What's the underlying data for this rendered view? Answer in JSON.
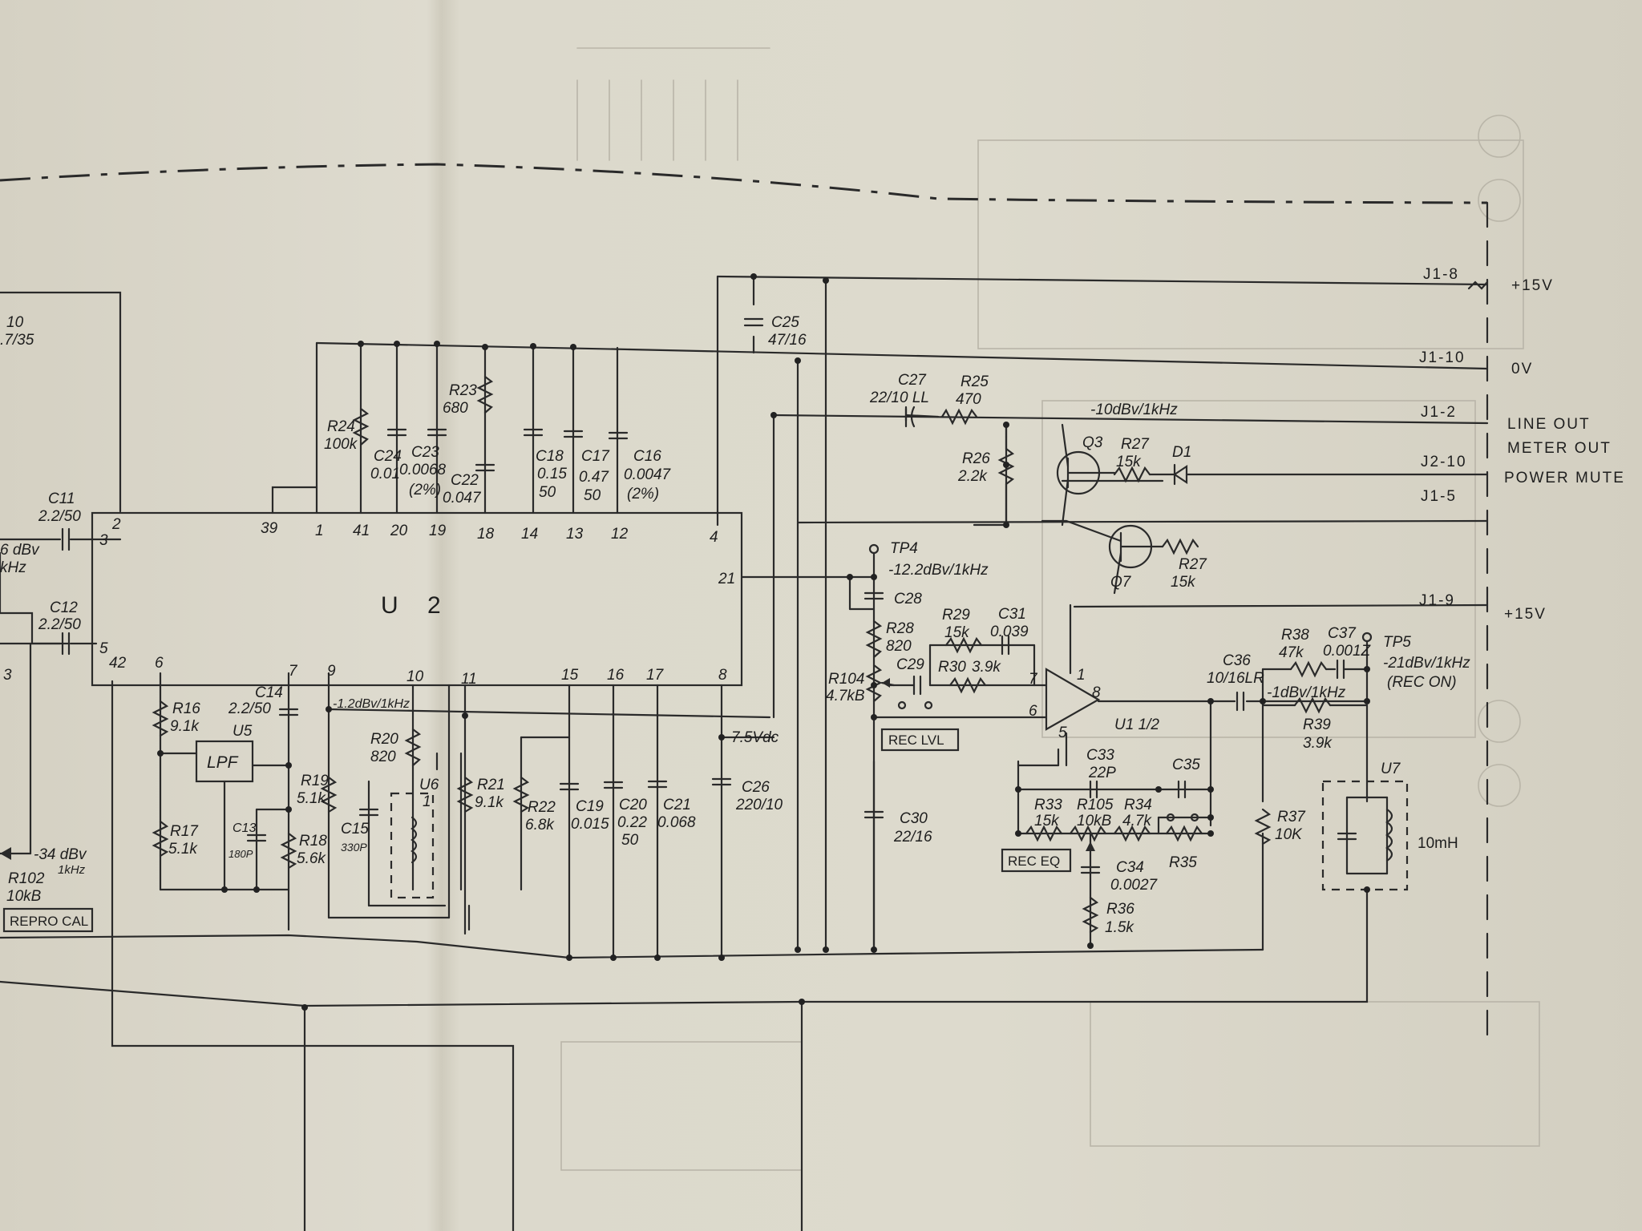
{
  "ic": {
    "u2": "U 2",
    "u1": "U1 1/2",
    "u5": "U5",
    "lpf": "LPF",
    "u6": "U6",
    "u7": "U7"
  },
  "u2_pins": {
    "p2": "2",
    "p3": "3",
    "p5": "5",
    "p39": "39",
    "p1": "1",
    "p41": "41",
    "p20": "20",
    "p19": "19",
    "p18": "18",
    "p14": "14",
    "p13": "13",
    "p12": "12",
    "p4": "4",
    "p21": "21",
    "p42": "42",
    "p6": "6",
    "p7": "7",
    "p9": "9",
    "p10": "10",
    "p11": "11",
    "p15": "15",
    "p16": "16",
    "p17": "17",
    "p8": "8"
  },
  "u1_pins": {
    "p1": "1",
    "p7": "7",
    "p6": "6",
    "p5": "5",
    "p8": "8"
  },
  "components": {
    "c11": [
      "C11",
      "2.2/50"
    ],
    "c12": [
      "C12",
      "2.2/50"
    ],
    "left_top": [
      "10",
      ".7/35"
    ],
    "left_dbv": [
      "6 dBv",
      "kHz"
    ],
    "left_3": "3",
    "r24": [
      "R24",
      "100k"
    ],
    "c24": [
      "C24",
      "0.01"
    ],
    "c23": [
      "C23",
      "0.0068",
      "(2%)"
    ],
    "r23": [
      "R23",
      "680"
    ],
    "c22": [
      "C22",
      "0.047"
    ],
    "c18": [
      "C18",
      "0.15",
      "50"
    ],
    "c17": [
      "C17",
      "0.47",
      "50"
    ],
    "c16": [
      "C16",
      "0.0047",
      "(2%)"
    ],
    "c25": [
      "C25",
      "47/16"
    ],
    "c27": [
      "C27",
      "22/10 LL"
    ],
    "r25": [
      "R25",
      "470"
    ],
    "r26": [
      "R26",
      "2.2k"
    ],
    "q3": "Q3",
    "r27a": [
      "R27",
      "15k"
    ],
    "d1": "D1",
    "q7": "Q7",
    "r27b": [
      "R27",
      "15k"
    ],
    "tp4": [
      "TP4",
      "-12.2dBv/1kHz"
    ],
    "c28": "C28",
    "r28": [
      "R28",
      "820"
    ],
    "r29": [
      "R29",
      "15k"
    ],
    "c31": [
      "C31",
      "0.039"
    ],
    "c29": "C29",
    "r30": [
      "R30",
      "3.9k"
    ],
    "r104": [
      "R104",
      "4.7kB"
    ],
    "c36": [
      "C36",
      "10/16LR"
    ],
    "r38": [
      "R38",
      "47k"
    ],
    "c37": [
      "C37",
      "0.001Z"
    ],
    "tp5": [
      "TP5",
      "-21dBv/1kHz",
      "(REC ON)"
    ],
    "node_dbv": "-1dBv/1kHz",
    "r39": [
      "R39",
      "3.9k"
    ],
    "r16": [
      "R16",
      "9.1k"
    ],
    "c14": [
      "C14",
      "2.2/50"
    ],
    "r17": [
      "R17",
      "5.1k"
    ],
    "c13": [
      "C13",
      "180P"
    ],
    "r18": [
      "R18",
      "5.6k"
    ],
    "r19": [
      "R19",
      "5.1k"
    ],
    "node_u2": "-1.2dBv/1kHz",
    "r20": [
      "R20",
      "820"
    ],
    "c15": [
      "C15",
      "330P"
    ],
    "r21": [
      "R21",
      "9.1k"
    ],
    "r22": [
      "R22",
      "6.8k"
    ],
    "c19": [
      "C19",
      "0.015"
    ],
    "c20": [
      "C20",
      "0.22",
      "50"
    ],
    "c21": [
      "C21",
      "0.068"
    ],
    "c26": [
      "C26",
      "220/10"
    ],
    "v75": "7.5Vdc",
    "c30": [
      "C30",
      "22/16"
    ],
    "c33": [
      "C33",
      "22P"
    ],
    "c35": "C35",
    "r33": [
      "R33",
      "15k"
    ],
    "r105": [
      "R105",
      "10kB"
    ],
    "r34": [
      "R34",
      "4.7k"
    ],
    "r35": "R35",
    "c34": [
      "C34",
      "0.0027"
    ],
    "r36": [
      "R36",
      "1.5k"
    ],
    "r37": [
      "R37",
      "10K"
    ],
    "l10": "10mH",
    "r102": [
      "-34 dBv",
      "1kHz",
      "R102",
      "10kB"
    ]
  },
  "boxes": {
    "repro_cal": "REPRO CAL",
    "rec_lvl": "REC LVL",
    "rec_eq": "REC EQ"
  },
  "net_labels": {
    "line_out_level": "-10dBv/1kHz"
  },
  "connectors": [
    {
      "pin": "J1-8",
      "function": "+15V"
    },
    {
      "pin": "J1-10",
      "function": "0V"
    },
    {
      "pin": "J1-2",
      "function": "LINE OUT"
    },
    {
      "pin": "J2-10",
      "function": "METER OUT"
    },
    {
      "pin": "J1-5",
      "function": "POWER MUTE"
    },
    {
      "pin": "J1-9",
      "function": "+15V"
    }
  ],
  "colors": {
    "paper": "#dddacd",
    "ink": "#2a2a2a",
    "ghost": "#b9b5a8"
  }
}
